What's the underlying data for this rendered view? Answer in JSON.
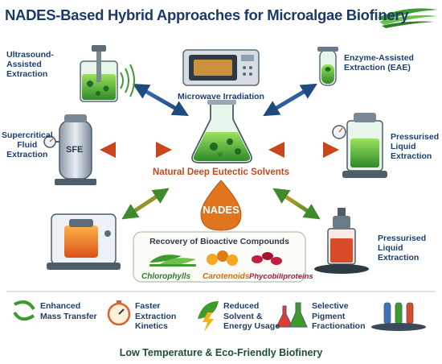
{
  "title": "NADES-Based Hybrid Approaches for Microalgae Biofinery",
  "methods": {
    "ultrasound": "Ultrasound-\nAssisted\nExtraction",
    "microwave": "Microwave Irradiation",
    "enzyme": "Enzyme-Assisted\nExtraction (EAE)",
    "supercritical": "Supercritical\nFluid\nExtraction",
    "sfe_tank_label": "SFE",
    "pressurised_upper": "Pressurised\nLiquid\nExtraction",
    "pressurised_lower": "Pressurised\nLiquid\nExtraction"
  },
  "center": {
    "solvents": "Natural Deep Eutectic Solvents",
    "nades": "NADES",
    "recovery": "Recovery of Bioactive Compounds"
  },
  "compounds": [
    {
      "label": "Chlorophylls",
      "color": "#2e7d32"
    },
    {
      "label": "Carotenoids",
      "color": "#d86b00"
    },
    {
      "label": "Phycobiliproteins",
      "color": "#b0163a"
    }
  ],
  "benefits": [
    {
      "label": "Enhanced\nMass Transfer",
      "icon": "recycle-arrows-icon"
    },
    {
      "label": "Faster\nExtraction\nKinetics",
      "icon": "stopwatch-icon"
    },
    {
      "label": "Reduced\nSolvent &\nEnergy Usage",
      "icon": "leaf-bolt-icon"
    },
    {
      "label": "Selective\nPigment\nFractionation",
      "icon": "flasks-icon"
    }
  ],
  "bottom_banner": "Low Temperature & Eco-Friendly Biofinery",
  "colors": {
    "title": "#1a3a6a",
    "label": "#1f3f6b",
    "arrow_blue": "#2e5a96",
    "arrow_orange": "#d9642a",
    "arrow_green": "#4f8a2a",
    "nades_drop": "#e0751f",
    "algae_green": "#4caf3c"
  }
}
